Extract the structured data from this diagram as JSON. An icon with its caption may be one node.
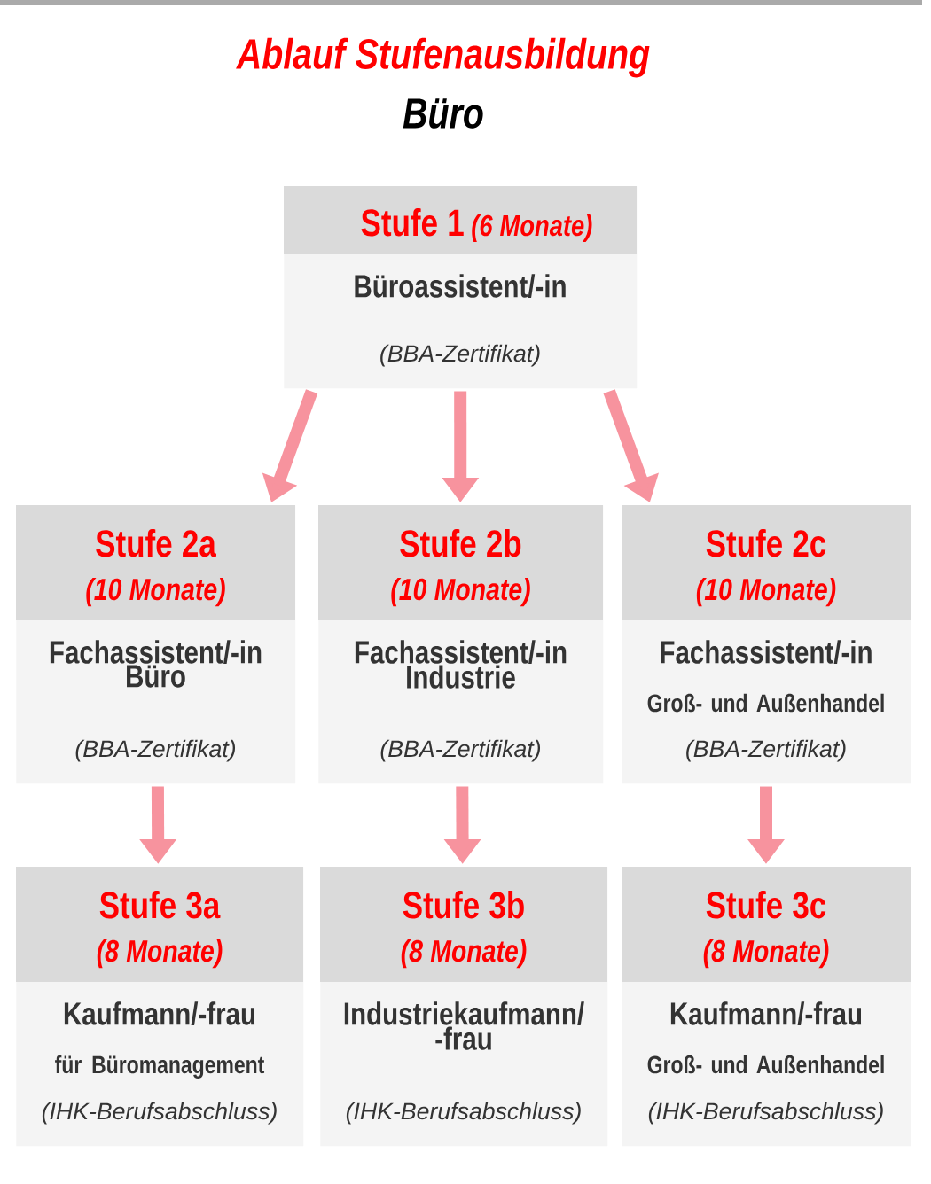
{
  "diagram": {
    "title": "Ablauf Stufenausbildung",
    "nodes": [
      {
        "text": [
          "Stufe 1",
          "(6 Monate)",
          "Büroassistent/-in",
          "(BBA-Zertifikat)"
        ]
      },
      {
        "text": [
          "Stufe 2a",
          "(10 Monate)",
          "Fachassistent/-in Büro",
          "(BBA-Zertifikat)"
        ]
      },
      {
        "text": [
          "Stufe 2b",
          "(10 Monate)",
          "Fachassistent/-in Industrie",
          "(BBA-Zertifikat)"
        ]
      },
      {
        "text": [
          "Stufe 2c",
          "(10 Monate)",
          "Fachassistent/-in",
          "Groß- und Außenhandel",
          "(BBA-Zertifikat)"
        ]
      },
      {
        "text": [
          "Stufe 3a",
          "(8 Monate)",
          "Kaufmann/-frau",
          "für Büromanagement",
          "(IHK-Berufsabschluss)"
        ]
      },
      {
        "text": [
          "Stufe 3b",
          "(8 Monate)",
          "Industriekaufmann/ -frau",
          "(IHK-Berufsabschluss)"
        ]
      },
      {
        "text": [
          "Stufe 3c",
          "(8 Monate)",
          "Kaufmann/-frau",
          "Groß- und Außenhandel",
          "(IHK-Berufsabschluss)"
        ]
      }
    ],
    "edges": [
      {
        "from": 0,
        "to": 1,
        "arrow": "to"
      },
      {
        "from": 0,
        "to": 2,
        "arrow": "to"
      },
      {
        "from": 0,
        "to": 3,
        "arrow": "to"
      },
      {
        "from": 1,
        "to": 4,
        "arrow": "to"
      },
      {
        "from": 2,
        "to": 5,
        "arrow": "to"
      },
      {
        "from": 3,
        "to": 6,
        "arrow": "to"
      }
    ],
    "labels": [
      "Büro"
    ]
  }
}
